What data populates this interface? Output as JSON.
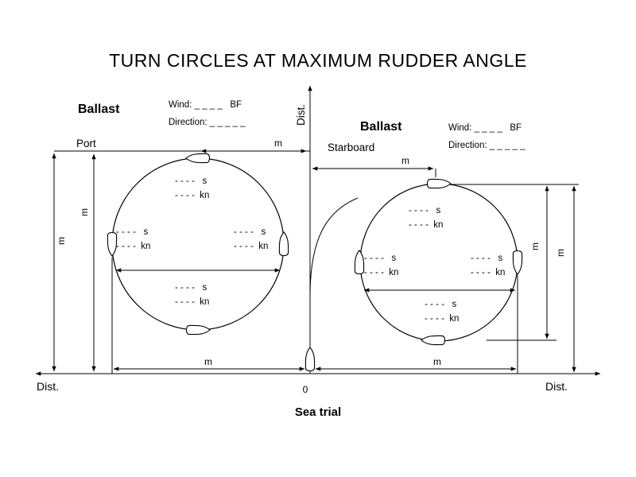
{
  "title": "TURN CIRCLES AT MAXIMUM RUDDER ANGLE",
  "caption": "Sea trial",
  "axis": {
    "vertical": "Dist.",
    "bottom_left": "Dist.",
    "bottom_right": "Dist.",
    "origin": "0"
  },
  "port_turn": {
    "condition": "Ballast",
    "side": "Port",
    "wind": "Wind: _ _ _ _   BF",
    "direction": "Direction: _ _ _ _ _",
    "advance_m": "m",
    "bottom_m": "m",
    "inner_m": "m",
    "outer_m": "m"
  },
  "starboard_turn": {
    "condition": "Ballast",
    "side": "Starboard",
    "wind": "Wind: _ _ _ _   BF",
    "direction": "Direction: _ _ _ _ _",
    "advance_m": "m",
    "bottom_m": "m",
    "inner_m": "m",
    "outer_m": "m"
  },
  "readout": {
    "time": "- - - -   s",
    "speed": "- - - -  kn"
  }
}
